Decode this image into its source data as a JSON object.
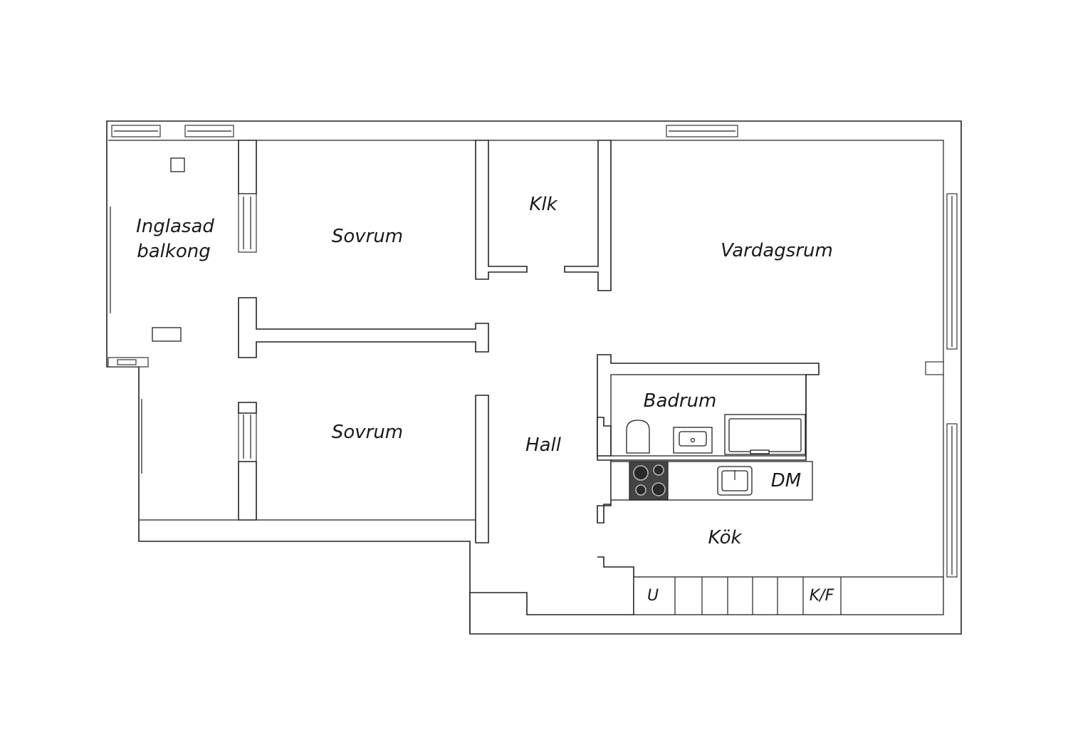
{
  "rooms": {
    "glazed_balcony_line1": "Inglasad",
    "glazed_balcony_line2": "balkong",
    "bedroom_top": "Sovrum",
    "closet": "Klk",
    "living_room": "Vardagsrum",
    "bathroom": "Badrum",
    "bedroom_bottom": "Sovrum",
    "hall": "Hall",
    "dishwasher": "DM",
    "kitchen": "Kök",
    "oven": "U",
    "fridge_freezer": "K/F"
  },
  "colors": {
    "line": "#222222",
    "background": "#ffffff",
    "stove": "#444444"
  }
}
